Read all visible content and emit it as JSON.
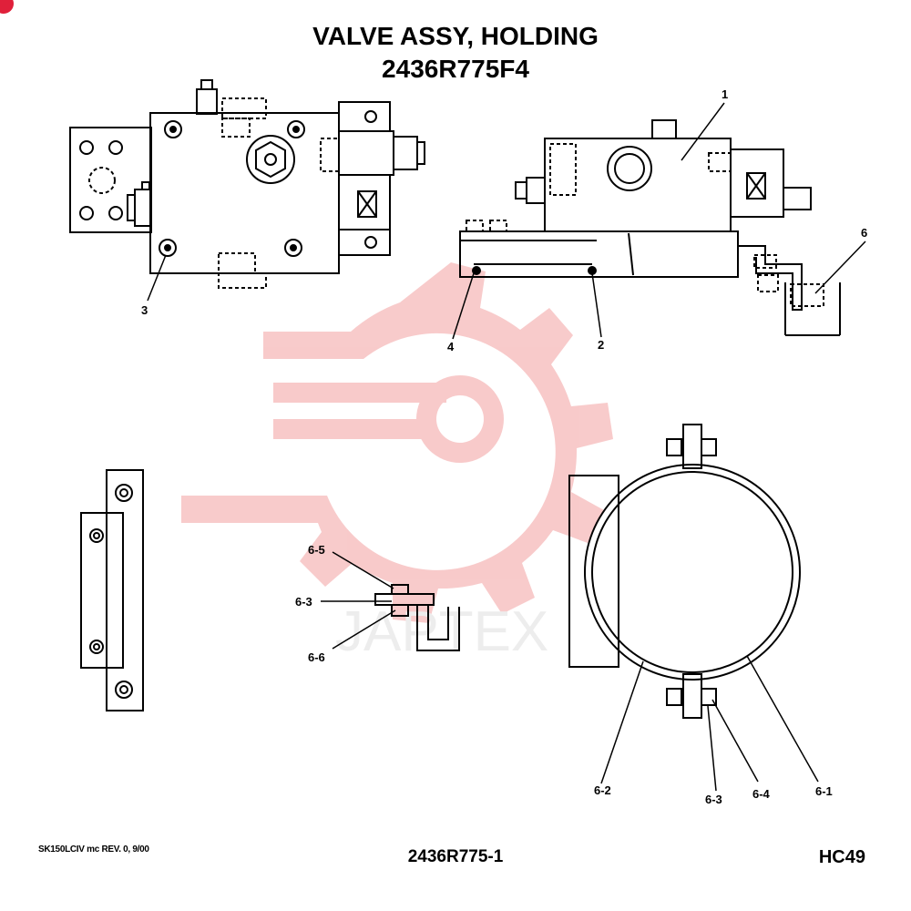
{
  "title": {
    "line1": "VALVE ASSY, HOLDING",
    "line2": "2436R775F4"
  },
  "footer": {
    "revision": "SK150LCIV mc REV. 0, 9/00",
    "drawing_number": "2436R775-1",
    "page_code": "HC49"
  },
  "callouts": {
    "c1": "1",
    "c2": "2",
    "c3": "3",
    "c4": "4",
    "c6": "6",
    "c6_1": "6-1",
    "c6_2": "6-2",
    "c6_3a": "6-3",
    "c6_3b": "6-3",
    "c6_4": "6-4",
    "c6_5": "6-5",
    "c6_6": "6-6"
  },
  "watermark": {
    "text": "JAPTEX",
    "color": "#f4b4b4"
  },
  "colors": {
    "line": "#000000",
    "badge": "#e0203a"
  }
}
